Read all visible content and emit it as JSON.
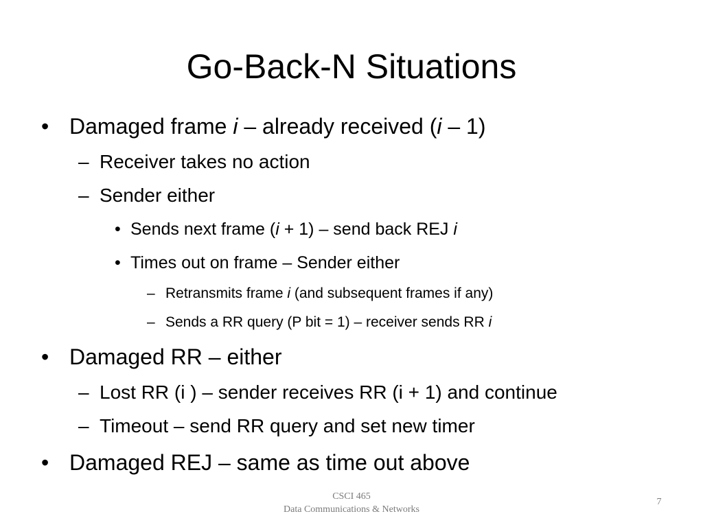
{
  "slide": {
    "title": "Go-Back-N Situations",
    "bullet_l1": "•",
    "dash_l2": "–",
    "bullet_l3": "•",
    "dash_l4": "–",
    "items": [
      {
        "parts": [
          "Damaged frame ",
          "i",
          " – already received (",
          "i",
          " – 1)"
        ]
      },
      {
        "text": "Receiver takes no action"
      },
      {
        "text": "Sender either"
      },
      {
        "parts": [
          "Sends next frame (",
          "i",
          " + 1) – send back REJ ",
          "i"
        ]
      },
      {
        "text": "Times out on frame – Sender either"
      },
      {
        "parts": [
          "Retransmits frame ",
          "i",
          " (and subsequent frames if any)"
        ]
      },
      {
        "parts": [
          "Sends a RR query (P bit = 1) – receiver sends RR ",
          "i"
        ]
      },
      {
        "text": "Damaged RR – either"
      },
      {
        "text": "Lost RR (i ) – sender receives RR (i + 1) and continue"
      },
      {
        "text": "Timeout – send RR query and set new timer"
      },
      {
        "text": "Damaged REJ – same as time out above"
      }
    ],
    "footer": {
      "course": "CSCI 465",
      "course_name": "Data Communications &  Networks"
    },
    "page_number": "7"
  }
}
